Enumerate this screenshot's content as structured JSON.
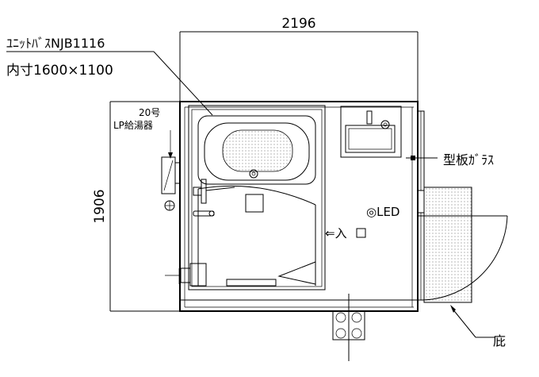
{
  "labels": {
    "width_dim": "2196",
    "height_dim": "1906",
    "unit_name": "ﾕﾆｯﾄﾊﾞｽNJB1116",
    "inner_size": "内寸1600×1100",
    "heater_number": "20号",
    "heater_name": "LP給湯器",
    "led": "◎LED",
    "entrance": "⇐入",
    "glass": "型板ｶﾞﾗｽ",
    "eaves": "庇"
  }
}
